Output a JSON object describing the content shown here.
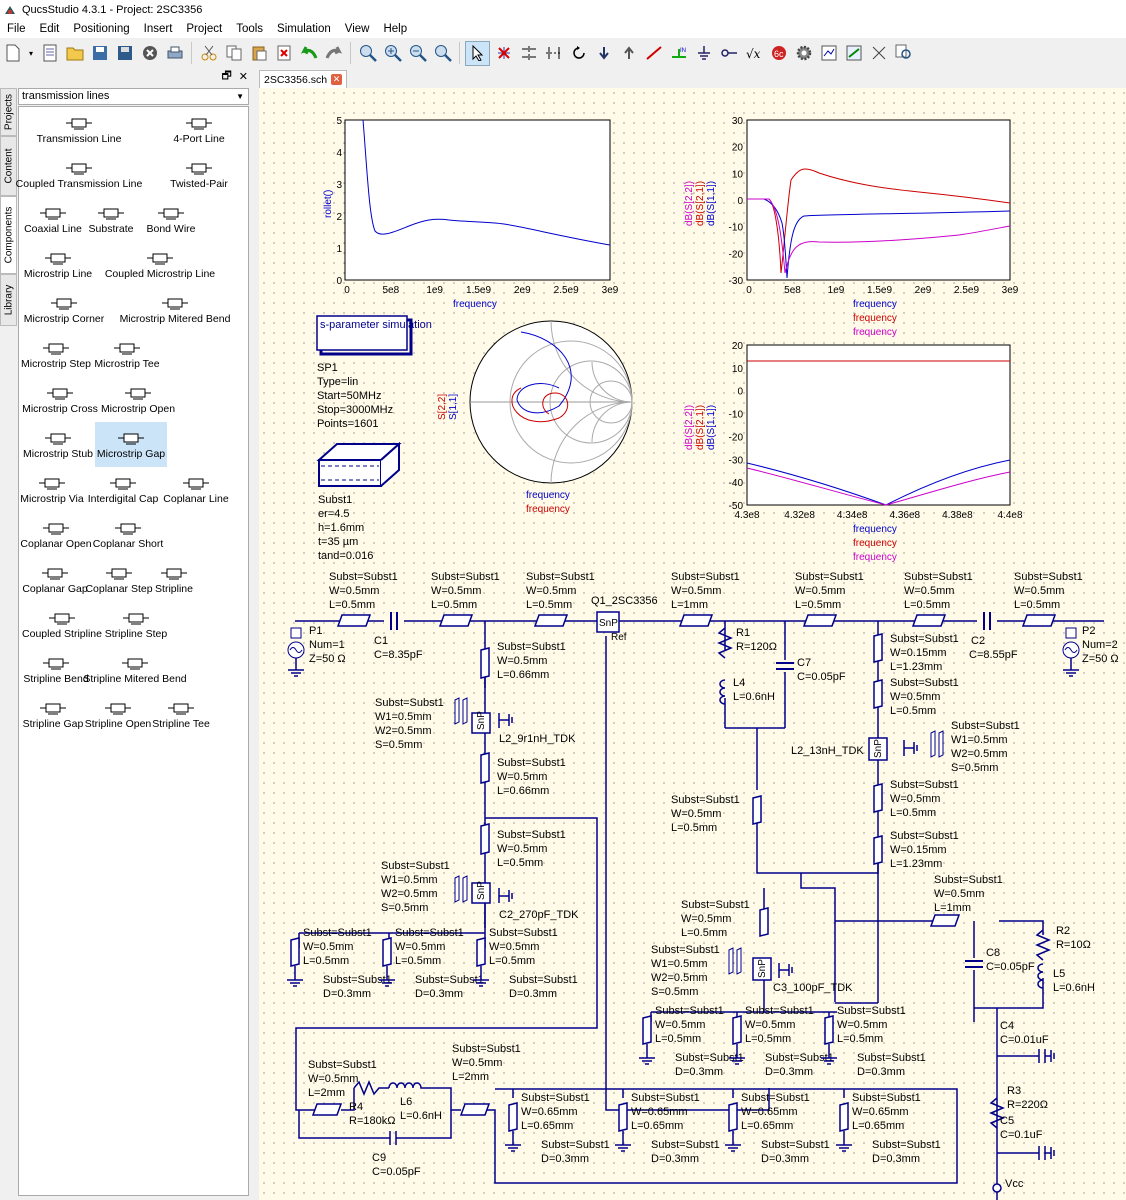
{
  "window": {
    "title": "QucsStudio 4.3.1 - Project: 2SC3356"
  },
  "menu": [
    "File",
    "Edit",
    "Positioning",
    "Insert",
    "Project",
    "Tools",
    "Simulation",
    "View",
    "Help"
  ],
  "toolbar_icons": [
    "new-icon",
    "open-icon",
    "save-icon",
    "save-all-icon",
    "close-icon",
    "print-icon",
    "cut-icon",
    "copy-icon",
    "paste-icon",
    "delete-icon",
    "undo-icon",
    "redo-icon",
    "zoom-fit-icon",
    "zoom-in-icon",
    "zoom-out-icon",
    "zoom-1-icon",
    "select-icon",
    "deactivate-icon",
    "mirror-x-icon",
    "mirror-y-icon",
    "rotate-icon",
    "enter-subcircuit-icon",
    "exit-subcircuit-icon",
    "wire-icon",
    "label-icon",
    "ground-icon",
    "port-icon",
    "equation-icon",
    "simulate-icon",
    "settings-icon",
    "dpl-icon",
    "marker-icon",
    "netlist-icon",
    "find-icon"
  ],
  "left_panel": {
    "vertical_tabs": [
      "Projects",
      "Content",
      "Components",
      "Library"
    ],
    "category": "transmission lines",
    "components": [
      {
        "label": "Transmission Line",
        "icon": "tline-icon"
      },
      {
        "label": "4-Port Line",
        "icon": "tline4p-icon"
      },
      {
        "label": "Coupled Transmission Line",
        "icon": "ctline-icon"
      },
      {
        "label": "Twisted-Pair",
        "icon": "twistedpair-icon"
      },
      {
        "label": "Coaxial Line",
        "icon": "coax-icon"
      },
      {
        "label": "Substrate",
        "icon": "substrate-icon"
      },
      {
        "label": "Bond Wire",
        "icon": "bondwire-icon"
      },
      {
        "label": "Microstrip Line",
        "icon": "msline-icon"
      },
      {
        "label": "Coupled Microstrip Line",
        "icon": "mscoupled-icon"
      },
      {
        "label": "Microstrip Corner",
        "icon": "mscorner-icon"
      },
      {
        "label": "Microstrip Mitered Bend",
        "icon": "msmbend-icon"
      },
      {
        "label": "Microstrip Step",
        "icon": "msstep-icon"
      },
      {
        "label": "Microstrip Tee",
        "icon": "mstee-icon"
      },
      {
        "label": "Microstrip Cross",
        "icon": "mscross-icon"
      },
      {
        "label": "Microstrip Open",
        "icon": "msopen-icon"
      },
      {
        "label": "Microstrip Stub",
        "icon": "msstub-icon"
      },
      {
        "label": "Microstrip Gap",
        "icon": "msgap-icon"
      },
      {
        "label": "Microstrip Via",
        "icon": "msvia-icon"
      },
      {
        "label": "Interdigital Cap",
        "icon": "interdigital-icon"
      },
      {
        "label": "Coplanar Line",
        "icon": "coplanar-icon"
      },
      {
        "label": "Coplanar Open",
        "icon": "cpwopen-icon"
      },
      {
        "label": "Coplanar Short",
        "icon": "cpwshort-icon"
      },
      {
        "label": "Coplanar Gap",
        "icon": "cpwgap-icon"
      },
      {
        "label": "Coplanar Step",
        "icon": "cpwstep-icon"
      },
      {
        "label": "Stripline",
        "icon": "stripline-icon"
      },
      {
        "label": "Coupled Stripline",
        "icon": "cstripline-icon"
      },
      {
        "label": "Stripline Step",
        "icon": "slstep-icon"
      },
      {
        "label": "Stripline Bend",
        "icon": "slbend-icon"
      },
      {
        "label": "Stripline Mitered Bend",
        "icon": "slmbend-icon"
      },
      {
        "label": "Stripline Gap",
        "icon": "slgap-icon"
      },
      {
        "label": "Stripline Open",
        "icon": "slopen-icon"
      },
      {
        "label": "Stripline Tee",
        "icon": "sltee-icon"
      }
    ],
    "selected": "Microstrip Gap"
  },
  "document_tab": {
    "label": "2SC3356.sch"
  },
  "graphs": {
    "rollet": {
      "ylabel": "rollet()",
      "xlabel": "frequency",
      "y_ticks": [
        "5",
        "4",
        "3",
        "2",
        "1",
        "0"
      ],
      "x_ticks": [
        "0",
        "5e8",
        "1e9",
        "1.5e9",
        "2e9",
        "2.5e9",
        "3e9"
      ]
    },
    "sparams_db": {
      "ylabels": [
        "dB(S[2,2])",
        "dB(S[2,1])",
        "dB(S[1,1])"
      ],
      "y_ticks": [
        "30",
        "20",
        "10",
        "0",
        "-10",
        "-20",
        "-30"
      ],
      "x_ticks": [
        "0",
        "5e8",
        "1e9",
        "1.5e9",
        "2e9",
        "2.5e9",
        "3e9"
      ],
      "xlabels": [
        "frequency",
        "frequency",
        "frequency"
      ]
    },
    "smith": {
      "ylabels": [
        "S[2,2]",
        "S[1,1]"
      ],
      "xlabels": [
        "frequency",
        "frequency"
      ]
    },
    "sparams_zoom": {
      "ylabels": [
        "dB(S[2,2])",
        "dB(S[2,1])",
        "dB(S[1,1])"
      ],
      "y_ticks": [
        "20",
        "10",
        "0",
        "-10",
        "-20",
        "-30",
        "-40",
        "-50"
      ],
      "x_ticks": [
        "4.3e8",
        "4.32e8",
        "4.34e8",
        "4.36e8",
        "4.38e8",
        "4.4e8"
      ],
      "xlabels": [
        "frequency",
        "frequency",
        "frequency"
      ]
    }
  },
  "sim_block": {
    "title": "s-parameter simulation",
    "params": [
      "SP1",
      "Type=lin",
      "Start=50MHz",
      "Stop=3000MHz",
      "Points=1601"
    ]
  },
  "substrate_block": {
    "params": [
      "Subst1",
      "er=4.5",
      "h=1.6mm",
      "t=35 µm",
      "tand=0.016"
    ]
  },
  "schematic_labels": {
    "p1": [
      "P1",
      "Num=1",
      "Z=50 Ω"
    ],
    "p2": [
      "P2",
      "Num=2",
      "Z=50 Ω"
    ],
    "c1": [
      "C1",
      "C=8.35pF"
    ],
    "c2": [
      "C2",
      "C=8.55pF"
    ],
    "q1": "Q1_2SC3356",
    "r1": [
      "R1",
      "R=120Ω"
    ],
    "l4": [
      "L4",
      "L=0.6nH"
    ],
    "c7": [
      "C7",
      "C=0.05pF"
    ],
    "l2a": "L2_9r1nH_TDK",
    "l2b": "L2_13nH_TDK",
    "c2b": "C2_270pF_TDK",
    "c3": "C3_100pF_TDK",
    "r2": [
      "R2",
      "R=10Ω"
    ],
    "l5": [
      "L5",
      "L=0.6nH"
    ],
    "c8": [
      "C8",
      "C=0.05pF"
    ],
    "c4": [
      "C4",
      "C=0.01uF"
    ],
    "r3": [
      "R3",
      "R=220Ω"
    ],
    "c5": [
      "C5",
      "C=0.1uF"
    ],
    "vcc": "Vcc",
    "r4": [
      "R4",
      "R=180kΩ"
    ],
    "l6": [
      "L6",
      "L=0.6nH"
    ],
    "c9": [
      "C9",
      "C=0.05pF"
    ],
    "ms_top": [
      [
        "Subst=Subst1",
        "W=0.5mm",
        "L=0.5mm"
      ],
      [
        "Subst=Subst1",
        "W=0.5mm",
        "L=0.5mm"
      ],
      [
        "Subst=Subst1",
        "W=0.5mm",
        "L=0.5mm"
      ],
      [
        "Subst=Subst1",
        "W=0.5mm",
        "L=1mm"
      ],
      [
        "Subst=Subst1",
        "W=0.5mm",
        "L=0.5mm"
      ],
      [
        "Subst=Subst1",
        "W=0.5mm",
        "L=0.5mm"
      ],
      [
        "Subst=Subst1",
        "W=0.5mm",
        "L=0.5mm"
      ]
    ],
    "ms_in_a": [
      "Subst=Subst1",
      "W=0.5mm",
      "L=0.66mm"
    ],
    "ms_in_b": [
      "Subst=Subst1",
      "W=0.5mm",
      "L=0.66mm"
    ],
    "ms_in_c": [
      "Subst=Subst1",
      "W=0.5mm",
      "L=0.5mm"
    ],
    "coupled_a": [
      "Subst=Subst1",
      "W1=0.5mm",
      "W2=0.5mm",
      "S=0.5mm"
    ],
    "coupled_b": [
      "Subst=Subst1",
      "W1=0.5mm",
      "W2=0.5mm",
      "S=0.5mm"
    ],
    "coupled_c": [
      "Subst=Subst1",
      "W1=0.5mm",
      "W2=0.5mm",
      "S=0.5mm"
    ],
    "coupled_d": [
      "Subst=Subst1",
      "W1=0.5mm",
      "W2=0.5mm",
      "S=0.5mm"
    ],
    "ms_out_a": [
      "Subst=Subst1",
      "W=0.15mm",
      "L=1.23mm"
    ],
    "ms_out_b": [
      "Subst=Subst1",
      "W=0.5mm",
      "L=0.5mm"
    ],
    "ms_out_c": [
      "Subst=Subst1",
      "W=0.5mm",
      "L=0.5mm"
    ],
    "ms_out_d": [
      "Subst=Subst1",
      "W=0.15mm",
      "L=1.23mm"
    ],
    "ms_mid": [
      "Subst=Subst1",
      "W=0.5mm",
      "L=0.5mm"
    ],
    "ms_r2": [
      "Subst=Subst1",
      "W=0.5mm",
      "L=1mm"
    ],
    "ms_gnd_left": [
      [
        "Subst=Subst1",
        "W=0.5mm",
        "L=0.5mm"
      ],
      [
        "Subst=Subst1",
        "W=0.5mm",
        "L=0.5mm"
      ],
      [
        "Subst=Subst1",
        "W=0.5mm",
        "L=0.5mm"
      ]
    ],
    "vias_left": [
      [
        "Subst=Subst1",
        "D=0.3mm"
      ],
      [
        "Subst=Subst1",
        "D=0.3mm"
      ],
      [
        "Subst=Subst1",
        "D=0.3mm"
      ]
    ],
    "ms_c3": [
      "Subst=Subst1",
      "W=0.5mm",
      "L=0.5mm"
    ],
    "ms_gnd_mid": [
      [
        "Subst=Subst1",
        "W=0.5mm",
        "L=0.5mm"
      ],
      [
        "Subst=Subst1",
        "W=0.5mm",
        "L=0.5mm"
      ],
      [
        "Subst=Subst1",
        "W=0.5mm",
        "L=0.5mm"
      ]
    ],
    "vias_mid": [
      [
        "Subst=Subst1",
        "D=0.3mm"
      ],
      [
        "Subst=Subst1",
        "D=0.3mm"
      ],
      [
        "Subst=Subst1",
        "D=0.3mm"
      ]
    ],
    "ms_r4_left": [
      "Subst=Subst1",
      "W=0.5mm",
      "L=2mm"
    ],
    "ms_r4_right": [
      "Subst=Subst1",
      "W=0.5mm",
      "L=2mm"
    ],
    "ms_bottom": [
      [
        "Subst=Subst1",
        "W=0.65mm",
        "L=0.65mm"
      ],
      [
        "Subst=Subst1",
        "W=0.65mm",
        "L=0.65mm"
      ],
      [
        "Subst=Subst1",
        "W=0.65mm",
        "L=0.65mm"
      ],
      [
        "Subst=Subst1",
        "W=0.65mm",
        "L=0.65mm"
      ]
    ],
    "vias_bottom": [
      [
        "Subst=Subst1",
        "D=0.3mm"
      ],
      [
        "Subst=Subst1",
        "D=0.3mm"
      ],
      [
        "Subst=Subst1",
        "D=0.3mm"
      ],
      [
        "Subst=Subst1",
        "D=0.3mm"
      ]
    ],
    "snp_label": "SnP",
    "ref_label": "Ref"
  }
}
